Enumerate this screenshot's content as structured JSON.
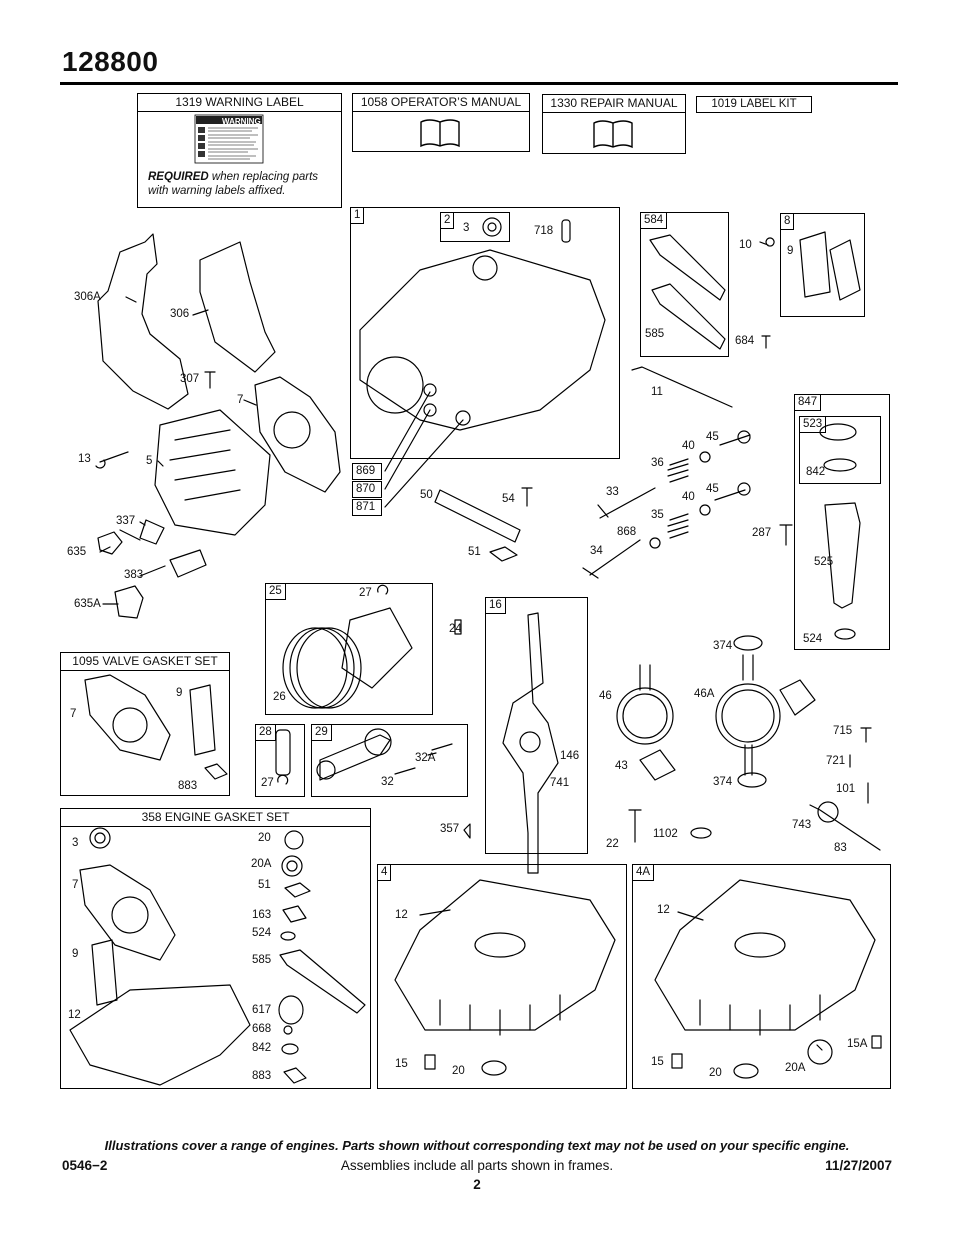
{
  "page": {
    "model_number": "128800",
    "footer_note": "Illustrations cover a range of engines. Parts shown without corresponding text may not be used on your specific engine.",
    "footer_code": "0546−2",
    "footer_center": "Assemblies include all parts shown in frames.",
    "footer_date": "11/27/2007",
    "page_number": "2"
  },
  "top_boxes": {
    "warning_label": "1319 WARNING LABEL",
    "required_bold": "REQUIRED",
    "required_rest": " when replacing parts with warning labels affixed.",
    "warning_word": "WARNING",
    "operators_manual": "1058 OPERATOR’S MANUAL",
    "repair_manual": "1330 REPAIR MANUAL",
    "label_kit": "1019 LABEL KIT"
  },
  "frames": {
    "f1": "1",
    "f2": "2",
    "f584": "584",
    "f8": "8",
    "f847": "847",
    "f523": "523",
    "f869": "869",
    "f870": "870",
    "f871": "871",
    "f25": "25",
    "f16": "16",
    "f28": "28",
    "f29": "29",
    "f4": "4",
    "f4a": "4A",
    "valve_gasket_set": "1095 VALVE GASKET SET",
    "engine_gasket_set": "358 ENGINE GASKET SET"
  },
  "callouts": {
    "c306a": "306A",
    "c306": "306",
    "c307": "307",
    "c7": "7",
    "c13": "13",
    "c5": "5",
    "c337": "337",
    "c635": "635",
    "c383": "383",
    "c635a": "635A",
    "c3": "3",
    "c718": "718",
    "c10": "10",
    "c9": "9",
    "c585": "585",
    "c684": "684",
    "c11": "11",
    "c45a": "45",
    "c40a": "40",
    "c36": "36",
    "c33": "33",
    "c40b": "40",
    "c45b": "45",
    "c35": "35",
    "c868": "868",
    "c34": "34",
    "c287": "287",
    "c842": "842",
    "c525": "525",
    "c524": "524",
    "c50": "50",
    "c54": "54",
    "c51": "51",
    "c27": "27",
    "c26": "26",
    "c24": "24",
    "c146": "146",
    "c741": "741",
    "c357": "357",
    "c22": "22",
    "c1102": "1102",
    "c374a": "374",
    "c46": "46",
    "c46a": "46A",
    "c43": "43",
    "c374b": "374",
    "c715": "715",
    "c721": "721",
    "c101": "101",
    "c743": "743",
    "c83": "83",
    "vg7": "7",
    "vg9": "9",
    "vg883": "883",
    "c27b": "27",
    "c32a": "32A",
    "c32": "32",
    "eg3": "3",
    "eg20": "20",
    "eg20a": "20A",
    "eg7": "7",
    "eg51": "51",
    "eg163": "163",
    "eg524": "524",
    "eg9": "9",
    "eg585": "585",
    "eg12": "12",
    "eg617": "617",
    "eg668": "668",
    "eg842": "842",
    "eg883": "883",
    "s4_12": "12",
    "s4_15": "15",
    "s4_20": "20",
    "s4a_12": "12",
    "s4a_15": "15",
    "s4a_20": "20",
    "s4a_20a": "20A",
    "s4a_15a": "15A"
  }
}
